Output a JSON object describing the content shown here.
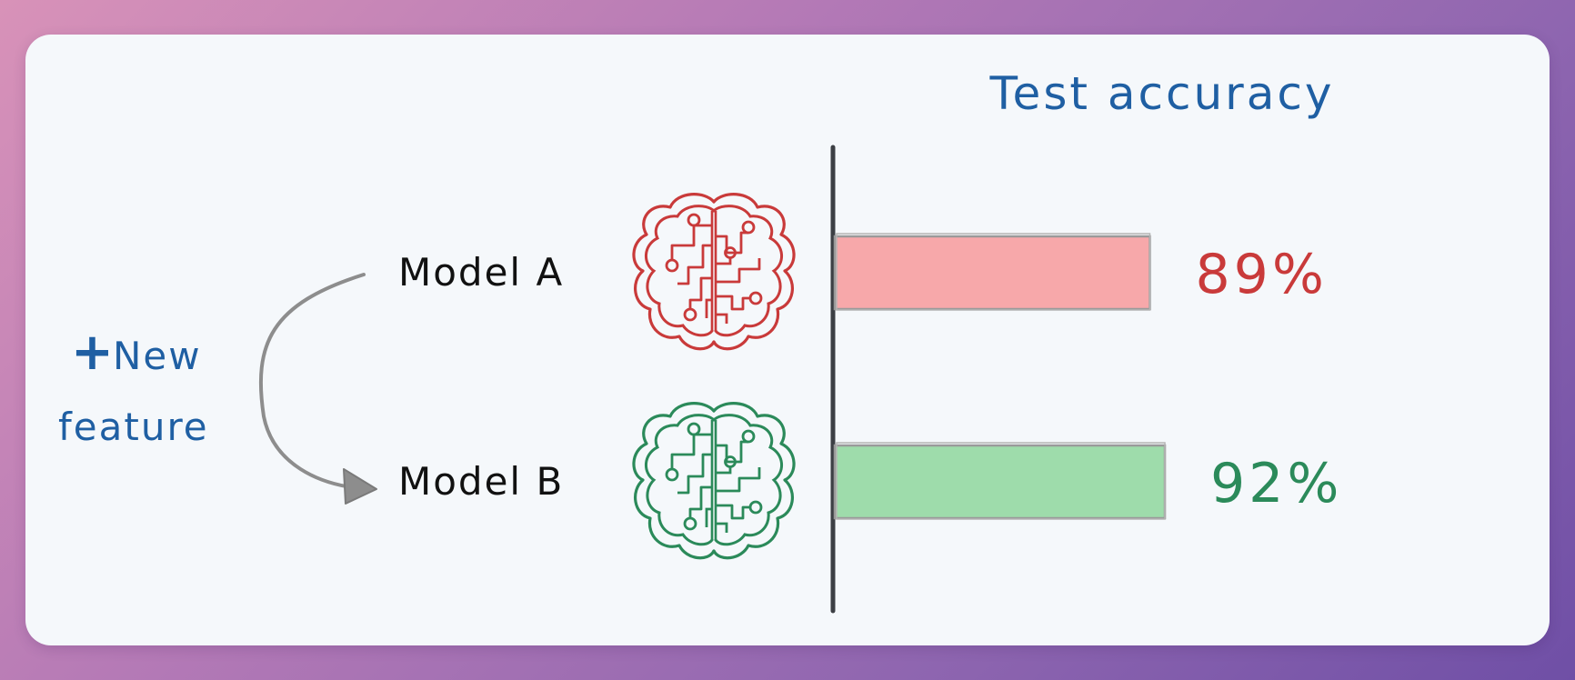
{
  "colors": {
    "model_a": "#c93a3a",
    "model_a_fill": "#f7a8aa",
    "model_b": "#2b8a5a",
    "model_b_fill": "#9edcab",
    "annotation": "#1f5fa3",
    "label": "#111111",
    "axis": "#3c3f44",
    "arrow": "#8d8d8d"
  },
  "annotation": {
    "plus": "+",
    "line1": "New",
    "line2": "feature"
  },
  "chart_data": {
    "type": "bar",
    "orientation": "horizontal",
    "title": "Test accuracy",
    "categories": [
      "Model A",
      "Model B"
    ],
    "values": [
      89,
      92
    ],
    "value_labels": [
      "89%",
      "92%"
    ],
    "icons": [
      "brain-circuit-icon",
      "brain-circuit-icon"
    ],
    "xlim": [
      0,
      100
    ],
    "grid": false
  }
}
